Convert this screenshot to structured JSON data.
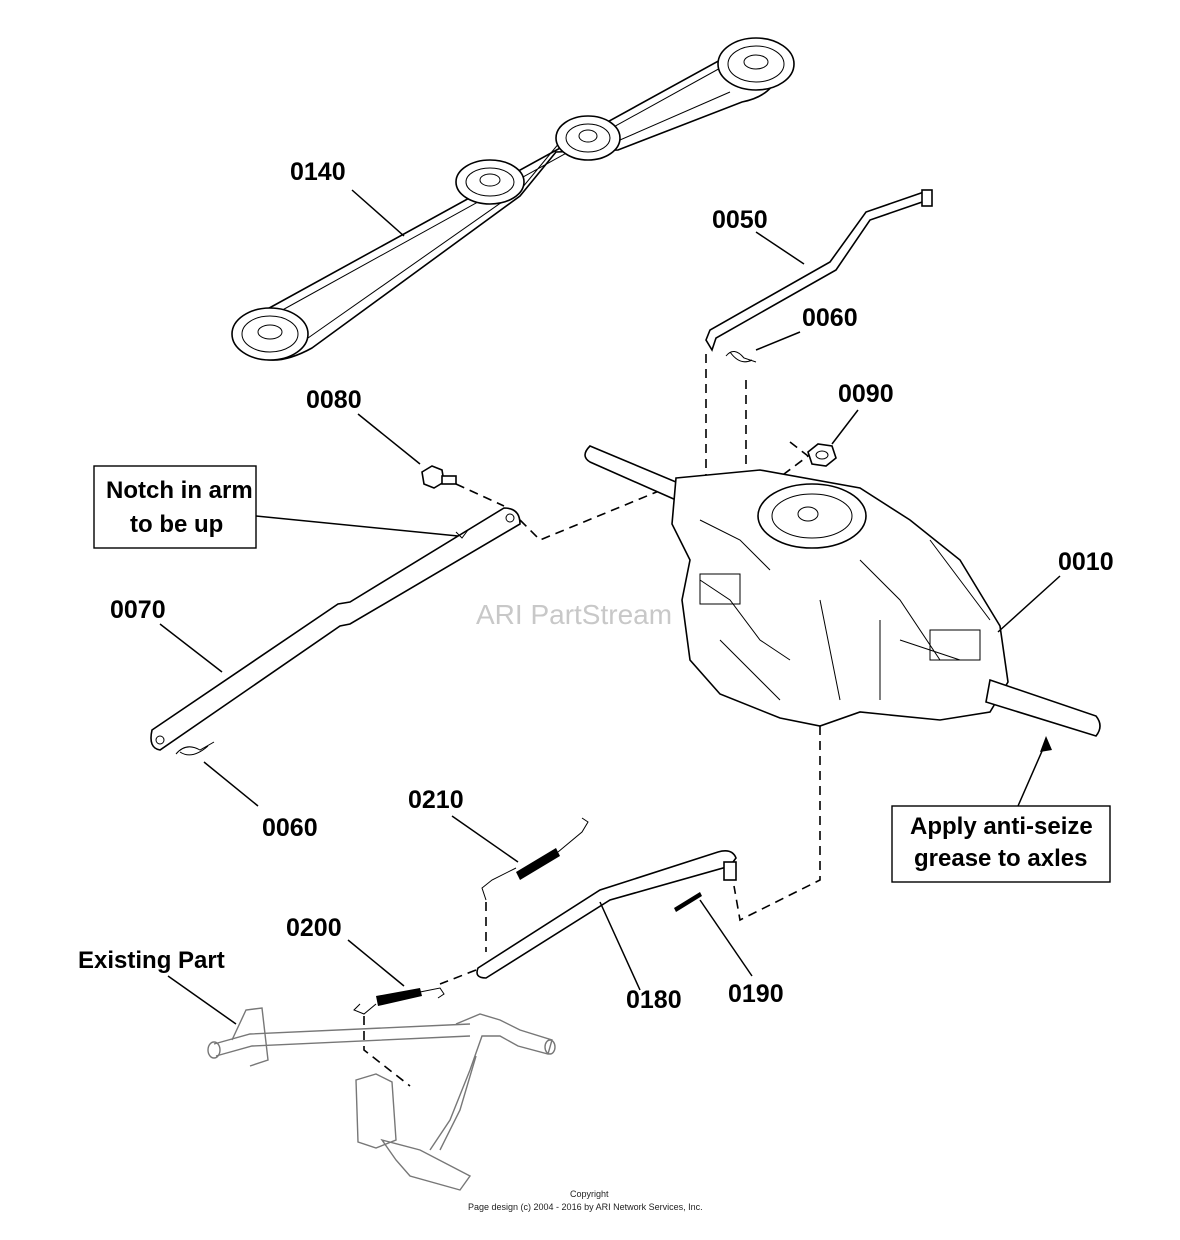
{
  "watermark": "ARI PartStream",
  "callouts": {
    "belt": "0140",
    "control_rod": "0050",
    "hairpin_upper": "0060",
    "shoulder_bolt": "0080",
    "nut": "0090",
    "transaxle": "0010",
    "arm": "0070",
    "hairpin_lower": "0060",
    "spring_upper": "0210",
    "spring_lower": "0200",
    "link_rod": "0180",
    "cotter_pin": "0190"
  },
  "notes": {
    "notch_line1": "Notch in arm",
    "notch_line2": "to be up",
    "antiseize_line1": "Apply anti-seize",
    "antiseize_line2": "grease to axles",
    "existing_part": "Existing Part"
  },
  "footer": {
    "copyright": "Copyright",
    "page_design": "Page design (c) 2004 - 2016 by ARI Network Services, Inc."
  }
}
